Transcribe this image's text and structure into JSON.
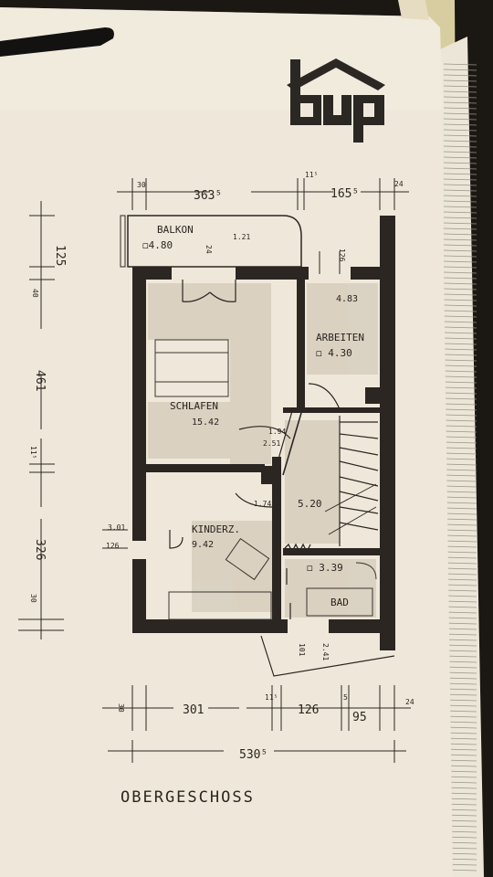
{
  "logo": {
    "text": "bup"
  },
  "rooms": {
    "balkon": {
      "name": "BALKON",
      "area": "◻4.80",
      "aux": "1.21"
    },
    "schlafen": {
      "name": "SCHLAFEN",
      "area": "15.42"
    },
    "arbeiten": {
      "name": "ARBEITEN",
      "area": "◻ 4.30",
      "aux": "4.83"
    },
    "flur": {
      "area": "5.20"
    },
    "kinder": {
      "name": "KINDERZ.",
      "area": "9.42"
    },
    "bad": {
      "name": "BAD",
      "area": "◻ 3.39"
    }
  },
  "dimensions": {
    "top": [
      "30",
      "363⁵",
      "11⁵",
      "165⁵",
      "24"
    ],
    "left": [
      "125",
      "40",
      "461",
      "11⁵",
      "326",
      "30"
    ],
    "bottom": [
      "30",
      "301",
      "11⁵",
      "126",
      "5",
      "95",
      "24"
    ],
    "total": "530⁵",
    "inner": [
      "2.51",
      "126",
      "3.01",
      "126",
      "1.21",
      "24",
      "101",
      "2.41",
      "1.94",
      "1.74"
    ]
  },
  "footer": {
    "text": "OBERGESCHOSS"
  }
}
